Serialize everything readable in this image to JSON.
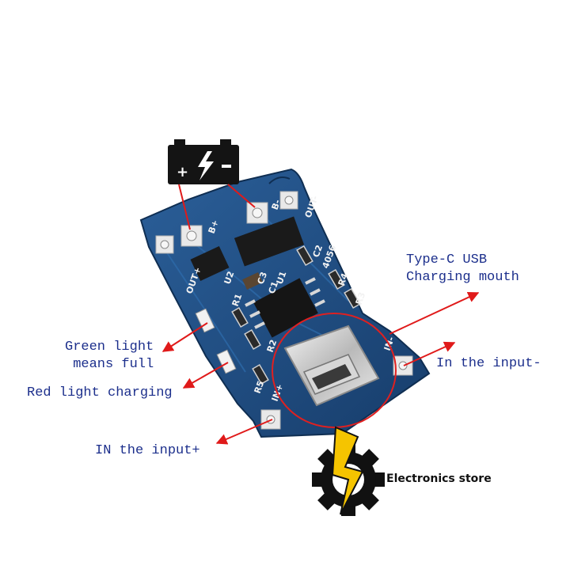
{
  "labels": {
    "type_c": "Type-C USB\nCharging mouth",
    "green_light": "Green light\nmeans full",
    "red_light": "Red light charging",
    "in_minus": "In the input-",
    "in_plus": "IN the input+"
  },
  "pcb": {
    "b_plus": "B+",
    "b_minus": "B-",
    "out_plus": "OUT+",
    "out_minus": "OUT-",
    "chip_code": "4056",
    "r1": "R1",
    "r2": "R2",
    "r3": "R3",
    "r4": "R4",
    "r5": "R5",
    "c1": "C1",
    "c2": "C2",
    "c3": "C3",
    "u1": "U1",
    "u2": "U2",
    "in_minus_mark": "IN-",
    "in_plus_mark": "IN+"
  },
  "brand": {
    "name": "Electronics store"
  },
  "colors": {
    "pcb": "#1f4f86",
    "label_text": "#1c2f8c",
    "arrow": "#e01a1a",
    "callout_circle": "#e02020",
    "logo_gear": "#111111",
    "logo_bolt": "#f5c400"
  }
}
